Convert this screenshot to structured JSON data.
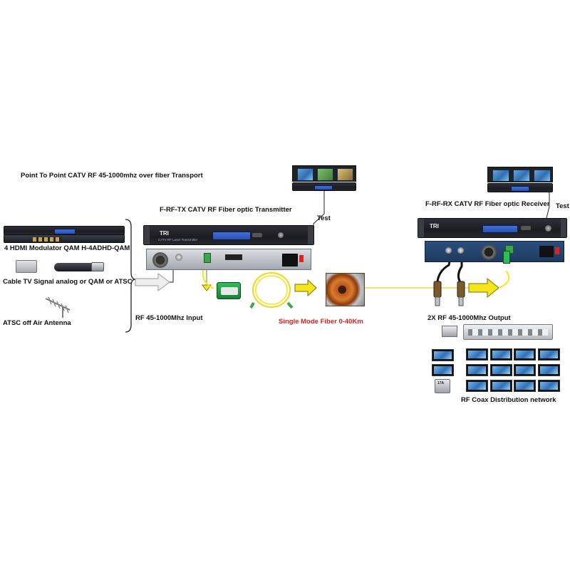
{
  "title": "Point To Point CATV RF 45-1000mhz over fiber Transport",
  "sources": {
    "modulator": "4 HDMI Modulator QAM H-4ADHD-QAM",
    "cable_tv": "Cable TV Signal analog or QAM or ATSC",
    "antenna": "ATSC off Air  Antenna",
    "rf_input": "RF 45-1000Mhz Input"
  },
  "transmitter": {
    "title": "F-RF-TX CATV RF Fiber optic Transmitter",
    "brand": "TRI",
    "panel_text": "CATV RF Laser Transmitter",
    "test_label": "Test"
  },
  "fiber": {
    "label": "Single Mode Fiber 0-40Km"
  },
  "receiver": {
    "title": "F-RF-RX CATV RF Fiber optic Receiver",
    "brand": "TRI",
    "test_label": "Test",
    "output_label": "2X RF 45-1000Mhz Output",
    "distribution_label": "RF Coax Distribution network",
    "amp_label": "17A"
  },
  "colors": {
    "fiber_yellow": "#f5e61b",
    "accent_red": "#e0201a"
  }
}
